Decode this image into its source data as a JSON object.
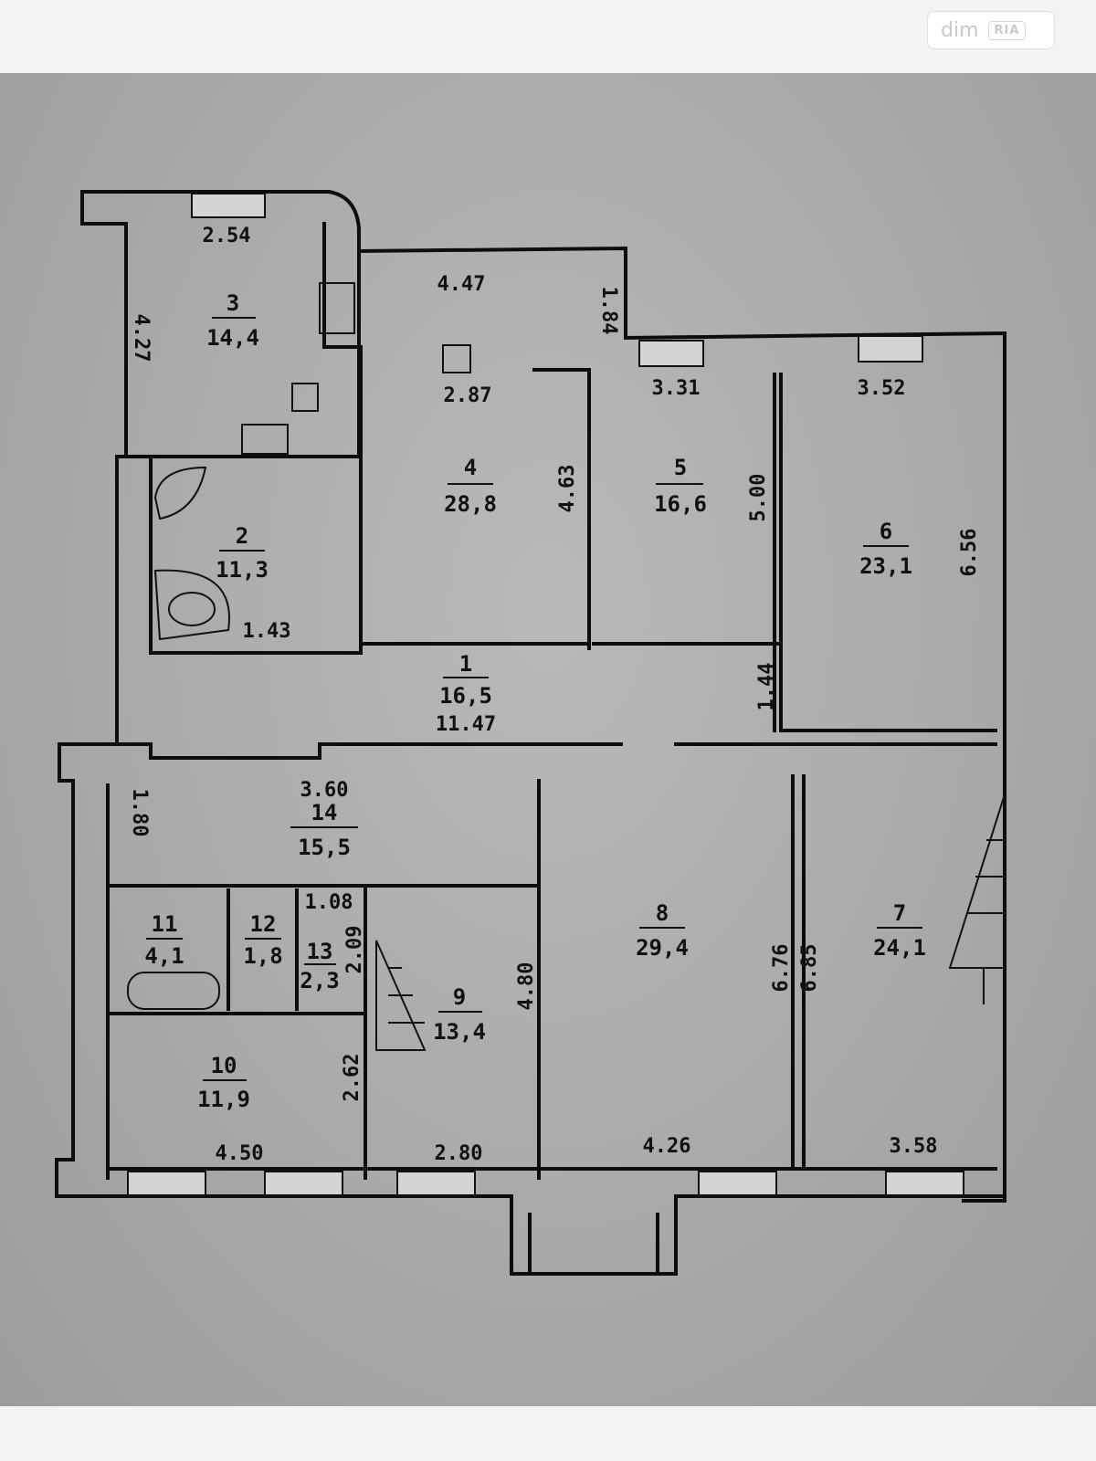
{
  "watermark": {
    "brand": "dim",
    "sub": "RIA"
  },
  "rooms": [
    {
      "num": "3",
      "area": "14,4"
    },
    {
      "num": "4",
      "area": "28,8"
    },
    {
      "num": "5",
      "area": "16,6"
    },
    {
      "num": "6",
      "area": "23,1"
    },
    {
      "num": "2",
      "area": "11,3"
    },
    {
      "num": "1",
      "area": "16,5"
    },
    {
      "num": "14",
      "area": "15,5"
    },
    {
      "num": "11",
      "area": "4,1"
    },
    {
      "num": "12",
      "area": "1,8"
    },
    {
      "num": "13",
      "area": "2,3"
    },
    {
      "num": "10",
      "area": "11,9"
    },
    {
      "num": "9",
      "area": "13,4"
    },
    {
      "num": "8",
      "area": "29,4"
    },
    {
      "num": "7",
      "area": "24,1"
    }
  ],
  "dimensions": [
    "2.54",
    "4.27",
    "4.47",
    "1.84",
    "2.87",
    "3.31",
    "3.52",
    "4.63",
    "5.00",
    "6.56",
    "1.43",
    "11.47",
    "1.44",
    "3.60",
    "1.80",
    "1.08",
    "2.09",
    "4.80",
    "6.76",
    "6.85",
    "2.62",
    "4.50",
    "2.80",
    "4.26",
    "3.58"
  ]
}
